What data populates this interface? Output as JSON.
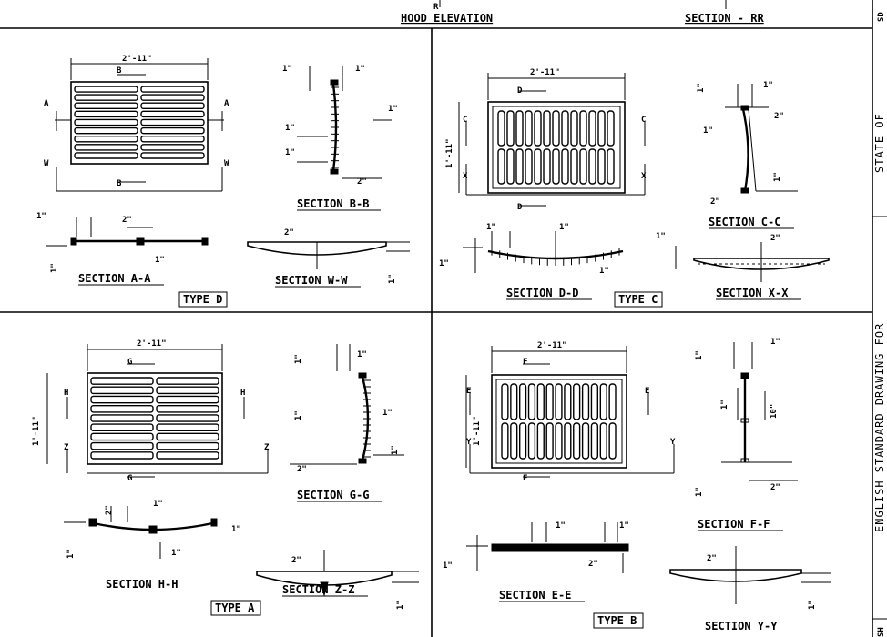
{
  "header": {
    "hood_elevation": "HOOD ELEVATION",
    "section_rr": "SECTION - RR",
    "r_mark": "R"
  },
  "right_strip": {
    "state_text": "STATE OF",
    "drawing_title": "ENGLISH STANDARD DRAWING FOR",
    "top_code": "SD",
    "bottom_code": "SH"
  },
  "panels": {
    "type_d": {
      "type_label": "TYPE D",
      "width_dim": "2'-11\"",
      "section_bb": "SECTION B-B",
      "section_aa": "SECTION A-A",
      "section_ww": "SECTION W-W",
      "letters": {
        "a": "A",
        "b": "B",
        "w": "W"
      },
      "dims": {
        "one_in": "1\"",
        "two_in": "2\""
      }
    },
    "type_c": {
      "type_label": "TYPE C",
      "width_dim": "2'-11\"",
      "height_dim": "1'-11\"",
      "section_cc": "SECTION C-C",
      "section_dd": "SECTION D-D",
      "section_xx": "SECTION X-X",
      "letters": {
        "c": "C",
        "d": "D",
        "x": "X"
      },
      "dims": {
        "one_in": "1\"",
        "two_in": "2\""
      }
    },
    "type_a": {
      "type_label": "TYPE A",
      "width_dim": "2'-11\"",
      "height_dim": "1'-11\"",
      "section_gg": "SECTION G-G",
      "section_hh": "SECTION H-H",
      "section_zz": "SECTION Z-Z",
      "letters": {
        "g": "G",
        "h": "H",
        "z": "Z"
      },
      "dims": {
        "one_in": "1\"",
        "two_in": "2\""
      }
    },
    "type_b": {
      "type_label": "TYPE B",
      "width_dim": "2'-11\"",
      "height_dim": "1'-11\"",
      "section_ff": "SECTION F-F",
      "section_ee": "SECTION E-E",
      "section_yy": "SECTION Y-Y",
      "letters": {
        "e": "E",
        "f": "F",
        "y": "Y"
      },
      "dims": {
        "one_in": "1\"",
        "two_in": "2\"",
        "ten_in": "10\""
      }
    }
  }
}
